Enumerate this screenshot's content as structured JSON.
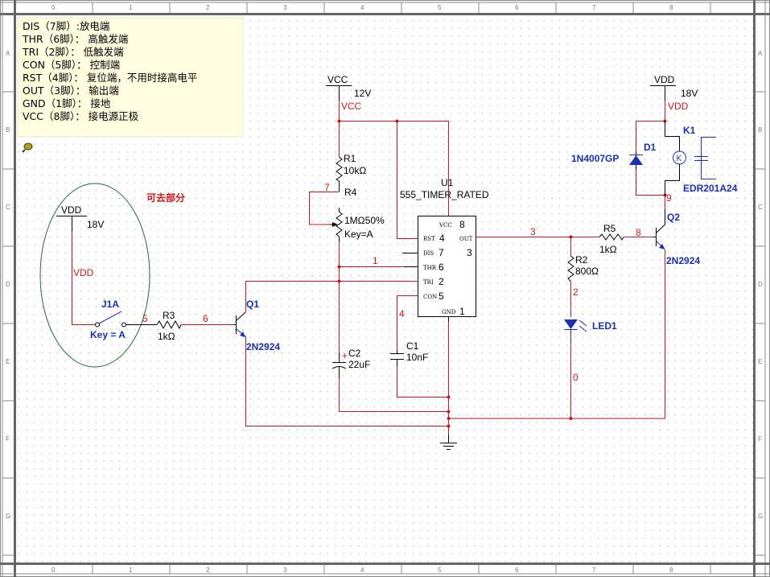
{
  "rulers": {
    "columns": [
      "0",
      "1",
      "2",
      "3",
      "4",
      "5",
      "6",
      "7",
      "8"
    ],
    "rows": [
      "A",
      "B",
      "C",
      "D",
      "E",
      "F",
      "G"
    ]
  },
  "note": {
    "lines": [
      "DIS（7脚）:放电端",
      "THR（6脚）： 高触发端",
      "TRI（2脚）： 低触发端",
      "CON（5脚）： 控制端",
      "RST（4脚）： 复位端，不用时接高电平",
      "OUT（3脚）： 输出端",
      "GND（1脚）： 接地",
      "VCC（8脚）： 接电源正极"
    ]
  },
  "removable_label": "可去部分",
  "left_supply": {
    "name": "VDD",
    "voltage": "18V",
    "net": "VDD"
  },
  "switch": {
    "ref": "J1A",
    "key": "Key = A"
  },
  "r3": {
    "ref": "R3",
    "value": "1kΩ"
  },
  "q1": {
    "ref": "Q1",
    "model": "2N2924"
  },
  "vcc_supply": {
    "name": "VCC",
    "voltage": "12V",
    "net": "VCC"
  },
  "r1": {
    "ref": "R1",
    "value": "10kΩ"
  },
  "r4": {
    "ref": "R4",
    "value": "1MΩ50%",
    "key": "Key=A"
  },
  "c2": {
    "ref": "C2",
    "value": "22uF",
    "polarity": "+"
  },
  "c1": {
    "ref": "C1",
    "value": "10nF"
  },
  "u1": {
    "ref": "U1",
    "model": "555_TIMER_RATED",
    "pins": {
      "vcc": "VCC",
      "vcc_n": "8",
      "rst": "RST",
      "rst_n": "4",
      "out": "OUT",
      "out_n": "3",
      "dis": "DIS",
      "dis_n": "7",
      "thr": "THR",
      "thr_n": "6",
      "tri": "TRI",
      "tri_n": "2",
      "con": "CON",
      "con_n": "5",
      "gnd": "GND",
      "gnd_n": "1"
    }
  },
  "nets": {
    "n1": "1",
    "n2": "2",
    "n3": "3",
    "n4": "4",
    "n5": "5",
    "n6": "6",
    "n7": "7",
    "n8": "8",
    "n9": "9",
    "n0": "0"
  },
  "r2": {
    "ref": "R2",
    "value": "800Ω"
  },
  "led": {
    "ref": "LED1"
  },
  "r5": {
    "ref": "R5",
    "value": "1kΩ"
  },
  "q2": {
    "ref": "Q2",
    "model": "2N2924"
  },
  "right_supply": {
    "name": "VDD",
    "voltage": "18V",
    "net": "VDD"
  },
  "d1": {
    "ref": "D1",
    "model": "1N4007GP"
  },
  "k1": {
    "ref": "K1",
    "model": "EDR201A24"
  },
  "colors": {
    "wire": "#c8141e",
    "component_label": "#1a2fb5",
    "note_bg": "#fffde0",
    "oval": "#1a6e3a"
  }
}
